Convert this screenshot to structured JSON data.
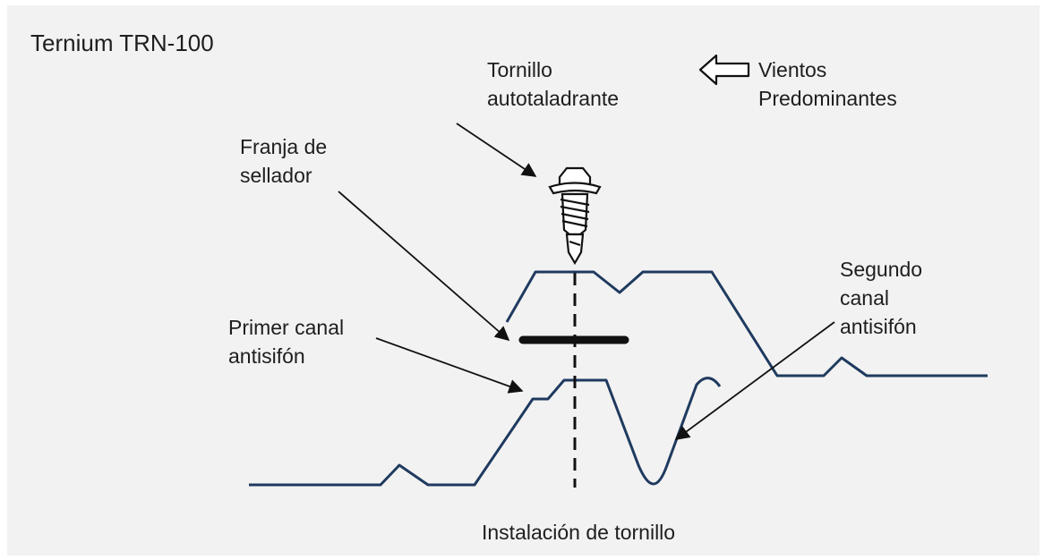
{
  "title": "Ternium TRN-100",
  "labels": {
    "self_drilling_screw": "Tornillo\nautotaladrante",
    "prevailing_winds": "Vientos\nPredominantes",
    "sealant_strip": "Franja de\nsellador",
    "first_anti_siphon": "Primer canal\nantisifón",
    "second_anti_siphon": "Segundo\ncanal\nantisifón"
  },
  "caption": "Instalación de tornillo",
  "colors": {
    "background": "#f2f2f2",
    "panel_line": "#1f3a5f",
    "ink": "#1e1e1e"
  },
  "icons": {
    "wind_direction": "hollow-left-arrow-icon",
    "screw": "self-drilling-screw-icon"
  }
}
